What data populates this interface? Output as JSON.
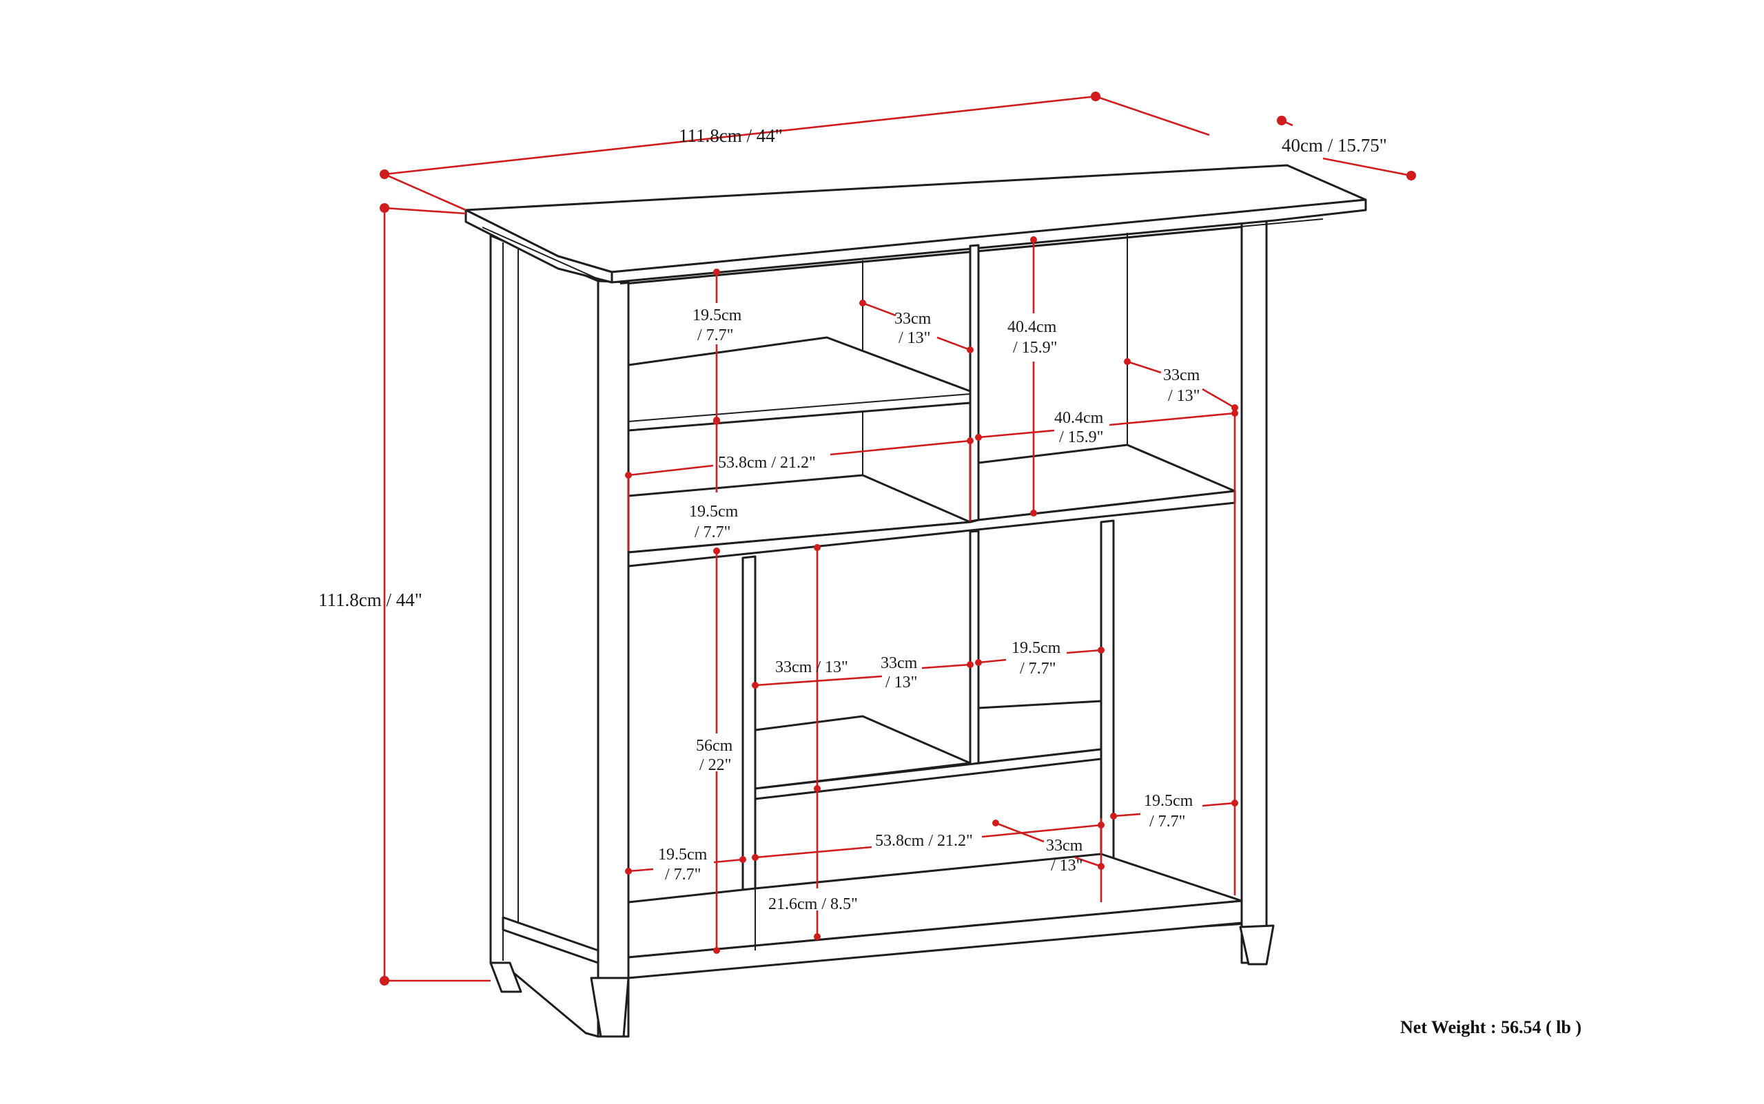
{
  "diagram": {
    "overall_width_label": "111.8cm / 44\"",
    "depth_label": "40cm / 15.75\"",
    "overall_height_label": "111.8cm / 44\"",
    "net_weight_label": "Net Weight : 56.54 ( lb )",
    "upper_left_top_height": [
      "19.5cm",
      "/ 7.7\""
    ],
    "upper_left_top_depth": [
      "33cm",
      "/ 13\""
    ],
    "upper_right_height": [
      "40.4cm",
      "/ 15.9\""
    ],
    "upper_right_depth": [
      "33cm",
      "/ 13\""
    ],
    "upper_right_width": [
      "40.4cm",
      "/ 15.9\""
    ],
    "upper_left_width": "53.8cm / 21.2\"",
    "upper_left_lower_height": [
      "19.5cm",
      "/ 7.7\""
    ],
    "lower_center_depth_a": "33cm / 13\"",
    "lower_center_depth_b": [
      "33cm",
      "/ 13\""
    ],
    "lower_center_width": [
      "19.5cm",
      "/ 7.7\""
    ],
    "lower_left_height": [
      "56cm",
      "/ 22\""
    ],
    "lower_right_width": [
      "19.5cm",
      "/ 7.7\""
    ],
    "lower_left_width": [
      "19.5cm",
      "/ 7.7\""
    ],
    "lower_center_full_width": "53.8cm / 21.2\"",
    "lower_right_depth": [
      "33cm",
      "/ 13\""
    ],
    "lower_center_height": "21.6cm / 8.5\"",
    "dimension_color": "#d01c1c",
    "line_color": "#1e1e1e"
  }
}
